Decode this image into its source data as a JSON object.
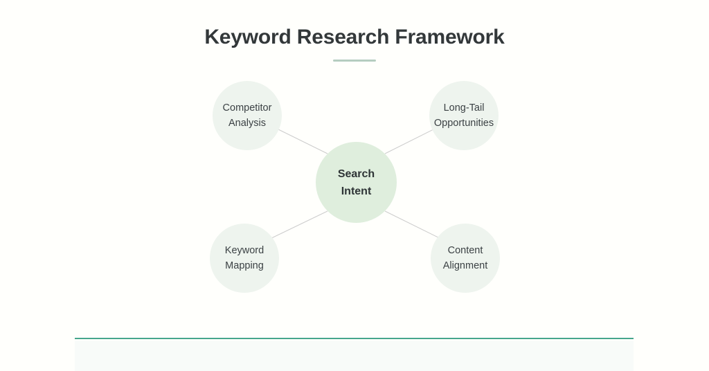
{
  "slide": {
    "background_color": "#fffffc",
    "title": "Keyword Research Framework",
    "accent_color": "#b5cdc0",
    "divider_color": "#46a68c",
    "connector_color": "#cccccc"
  },
  "diagram": {
    "type": "hub-and-spoke",
    "center": {
      "id": "search-intent",
      "label_line_1": "Search",
      "label_line_2": "Intent",
      "fill_color": "#dfeedd",
      "radius": 58
    },
    "nodes": [
      {
        "id": "competitor-analysis",
        "label_line_1": "Competitor",
        "label_line_2": "Analysis",
        "position": "top-left",
        "fill_color": "#eef4ee",
        "radius": 50
      },
      {
        "id": "long-tail-opportunities",
        "label_line_1": "Long-Tail",
        "label_line_2": "Opportunities",
        "position": "top-right",
        "fill_color": "#eef4ee",
        "radius": 50
      },
      {
        "id": "keyword-mapping",
        "label_line_1": "Keyword",
        "label_line_2": "Mapping",
        "position": "bottom-left",
        "fill_color": "#eef4ee",
        "radius": 50
      },
      {
        "id": "content-alignment",
        "label_line_1": "Content",
        "label_line_2": "Alignment",
        "position": "bottom-right",
        "fill_color": "#eef4ee",
        "radius": 50
      }
    ]
  }
}
